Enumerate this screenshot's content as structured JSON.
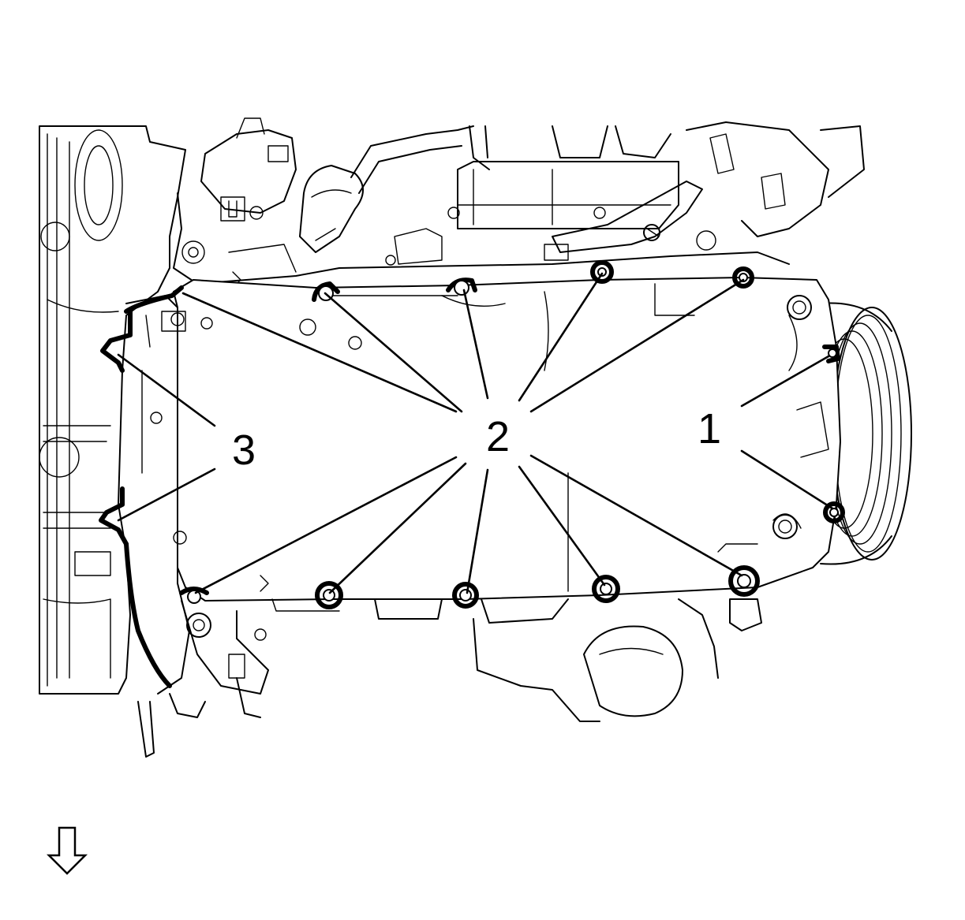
{
  "callouts": [
    {
      "id": "1",
      "label": "1"
    },
    {
      "id": "2",
      "label": "2"
    },
    {
      "id": "3",
      "label": "3"
    }
  ],
  "icons": {
    "direction_arrow": "down-arrow-icon",
    "bolt": "bolt-icon"
  },
  "colors": {
    "line": "#000000",
    "background": "#ffffff"
  }
}
